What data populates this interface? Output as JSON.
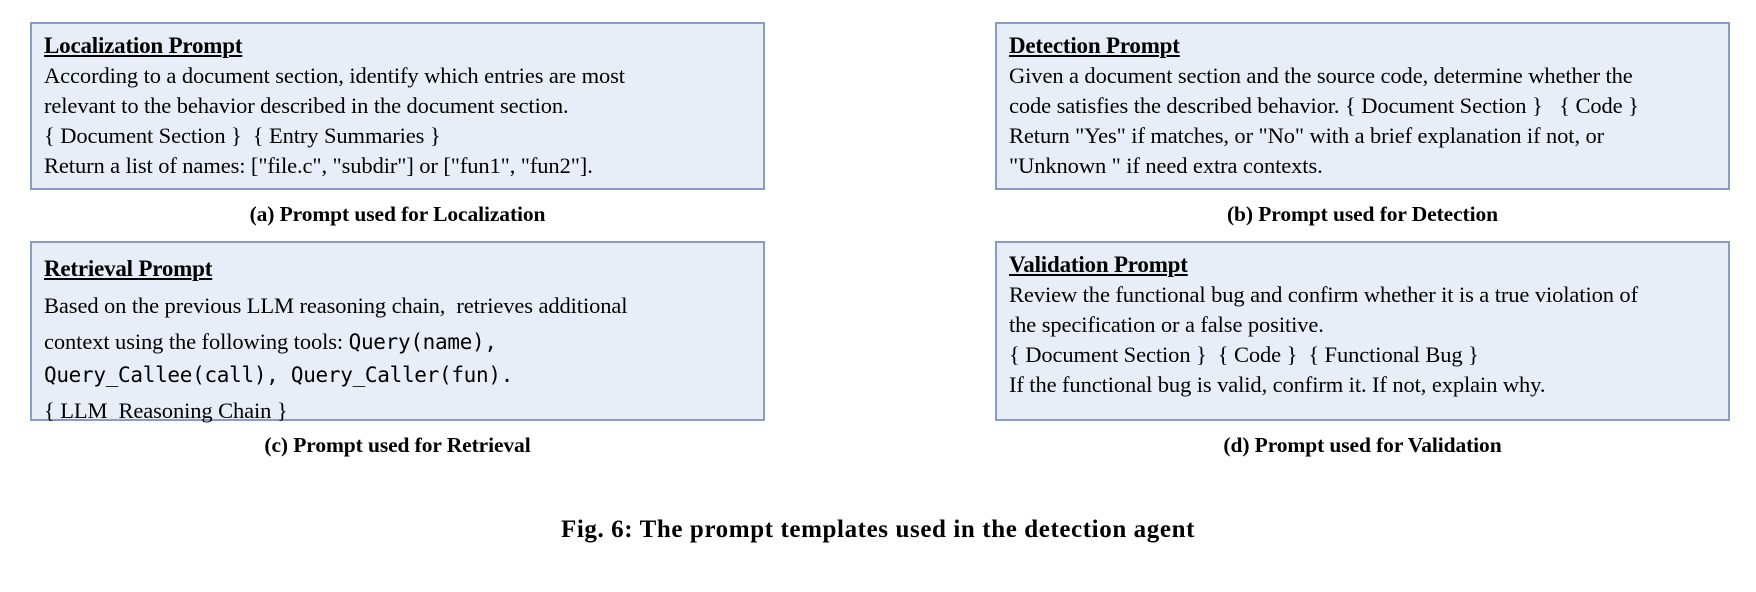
{
  "figure": {
    "title": "Fig. 6: The prompt templates used in the detection agent",
    "border_color": "#8b9bc4",
    "box_background": "#e8eef7"
  },
  "panels": [
    {
      "id": "localization",
      "heading": "Localization Prompt",
      "lines": [
        "According to a document section, identify which entries are most",
        "relevant to the behavior described in the document section.",
        "{ Document Section }  { Entry Summaries }",
        "Return a list of names: [\"file.c\", \"subdir\"] or [\"fun1\", \"fun2\"]."
      ],
      "caption": "(a) Prompt used for Localization"
    },
    {
      "id": "detection",
      "heading": "Detection Prompt",
      "lines": [
        "Given a document section and the source code, determine whether the",
        "code satisfies the described behavior. { Document Section }   { Code }",
        "Return \"Yes\" if matches, or \"No\" with a brief explanation if not, or",
        "\"Unknown \" if need extra contexts."
      ],
      "caption": "(b) Prompt used for Detection"
    },
    {
      "id": "retrieval",
      "heading": "Retrieval Prompt",
      "lines": [
        "Based on the previous LLM reasoning chain,  retrieves additional",
        "context using the following tools: ",
        "Query(name),",
        "Query_Callee(call), Query_Caller(fun).",
        "{ LLM  Reasoning Chain }"
      ],
      "caption": "(c) Prompt used for Retrieval"
    },
    {
      "id": "validation",
      "heading": "Validation Prompt",
      "lines": [
        "Review the functional bug and confirm whether it is a true violation of",
        "the specification or a false positive.",
        "{ Document Section }  { Code }  { Functional Bug }",
        "If the functional bug is valid, confirm it. If not, explain why."
      ],
      "caption": "(d) Prompt used for Validation"
    }
  ]
}
